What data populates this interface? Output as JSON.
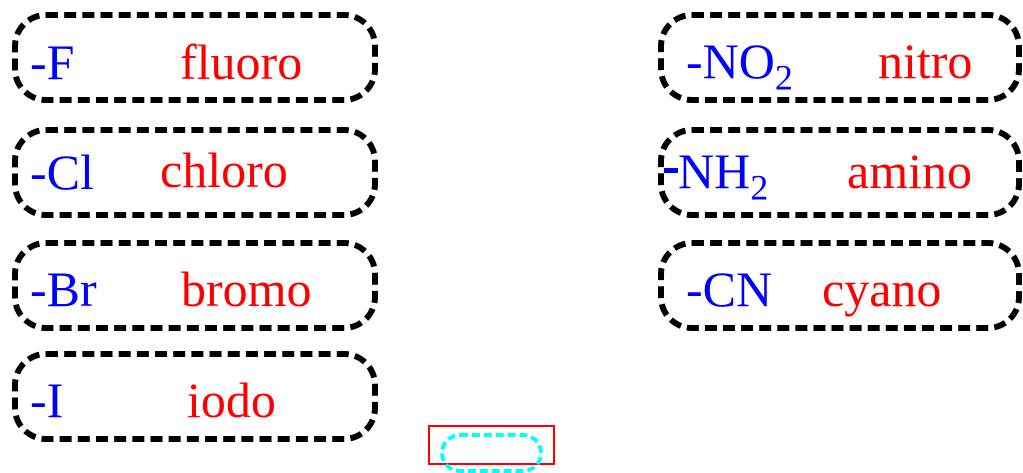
{
  "groups": [
    {
      "symbol": "-F",
      "name": "fluoro"
    },
    {
      "symbol": "-Cl",
      "name": "chloro"
    },
    {
      "symbol": "-Br",
      "name": "bromo"
    },
    {
      "symbol": "-I",
      "name": "iodo"
    },
    {
      "symbol_main": "-NO",
      "symbol_sub": "2",
      "name": "nitro"
    },
    {
      "symbol_main": "NH",
      "symbol_sub": "2",
      "name": "amino"
    },
    {
      "symbol": "-CN",
      "name": "cyano"
    }
  ],
  "colors": {
    "symbol": "#0000ff",
    "name": "#ff0000",
    "border": "#000000",
    "selection_box": "#ff0000",
    "selection_oval": "#00ffff"
  }
}
